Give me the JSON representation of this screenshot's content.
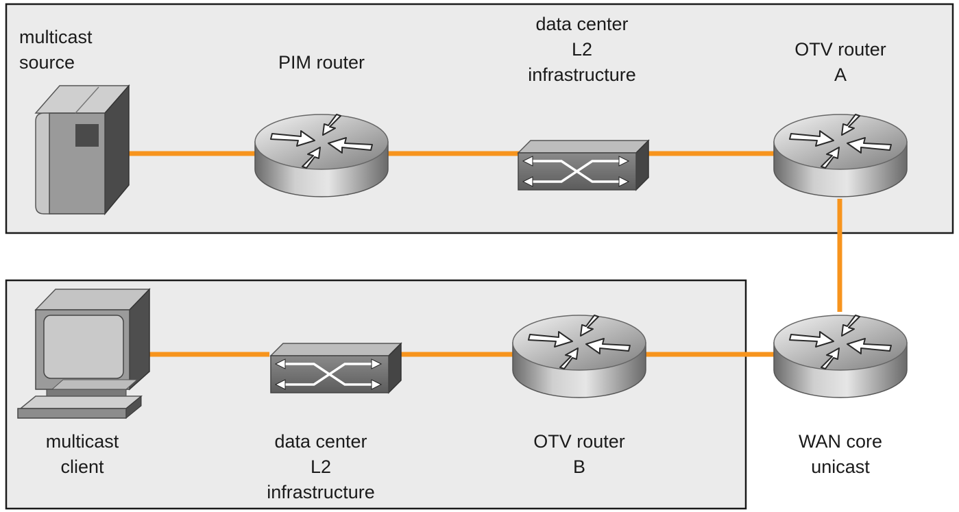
{
  "colors": {
    "link": "#f7941d",
    "region_fill": "#ebebeb",
    "region_border": "#1a1a1a"
  },
  "devices": {
    "multicast_source": {
      "icon": "server-icon",
      "label_lines": [
        "multicast",
        "source"
      ]
    },
    "pim_router": {
      "icon": "router-icon",
      "label_lines": [
        "PIM router"
      ]
    },
    "dc_switch_top": {
      "icon": "l2-switch-icon",
      "label_lines": [
        "data center",
        "L2",
        "infrastructure"
      ]
    },
    "otv_router_a": {
      "icon": "router-icon",
      "label_lines": [
        "OTV router",
        "A"
      ]
    },
    "multicast_client": {
      "icon": "workstation-icon",
      "label_lines": [
        "multicast",
        "client"
      ]
    },
    "dc_switch_bottom": {
      "icon": "l2-switch-icon",
      "label_lines": [
        "data center",
        "L2",
        "infrastructure"
      ]
    },
    "otv_router_b": {
      "icon": "router-icon",
      "label_lines": [
        "OTV router",
        "B"
      ]
    },
    "wan_core_router": {
      "icon": "router-icon",
      "label_lines": [
        "WAN core",
        "unicast"
      ]
    }
  },
  "links": [
    [
      "multicast_source",
      "pim_router"
    ],
    [
      "pim_router",
      "dc_switch_top"
    ],
    [
      "dc_switch_top",
      "otv_router_a"
    ],
    [
      "otv_router_a",
      "wan_core_router"
    ],
    [
      "wan_core_router",
      "otv_router_b"
    ],
    [
      "otv_router_b",
      "dc_switch_bottom"
    ],
    [
      "dc_switch_bottom",
      "multicast_client"
    ]
  ]
}
